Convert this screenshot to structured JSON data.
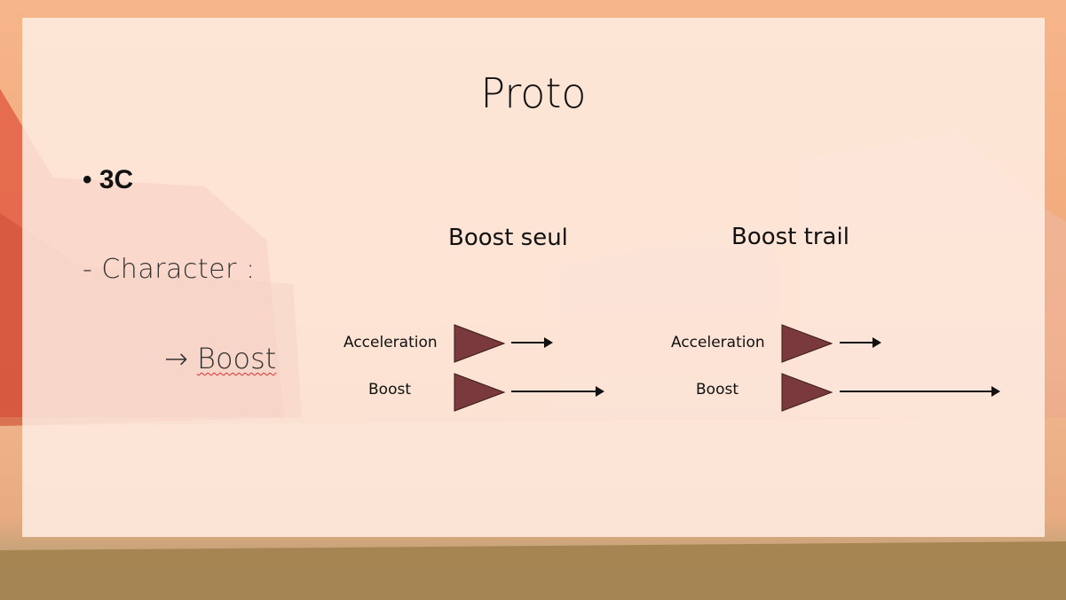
{
  "slide": {
    "title": "Proto",
    "bullet": "• 3C",
    "subline": "- Character :",
    "boost_arrow": "→",
    "boost_link": "Boost"
  },
  "diagram": {
    "left": {
      "heading": "Boost seul",
      "rows": [
        {
          "label": "Acceleration"
        },
        {
          "label": "Boost"
        }
      ]
    },
    "right": {
      "heading": "Boost trail",
      "rows": [
        {
          "label": "Acceleration"
        },
        {
          "label": "Boost"
        }
      ]
    }
  },
  "colors": {
    "triangle_fill": "#7a3a3d",
    "triangle_stroke": "#3a1a1a",
    "arrow": "#111111"
  }
}
